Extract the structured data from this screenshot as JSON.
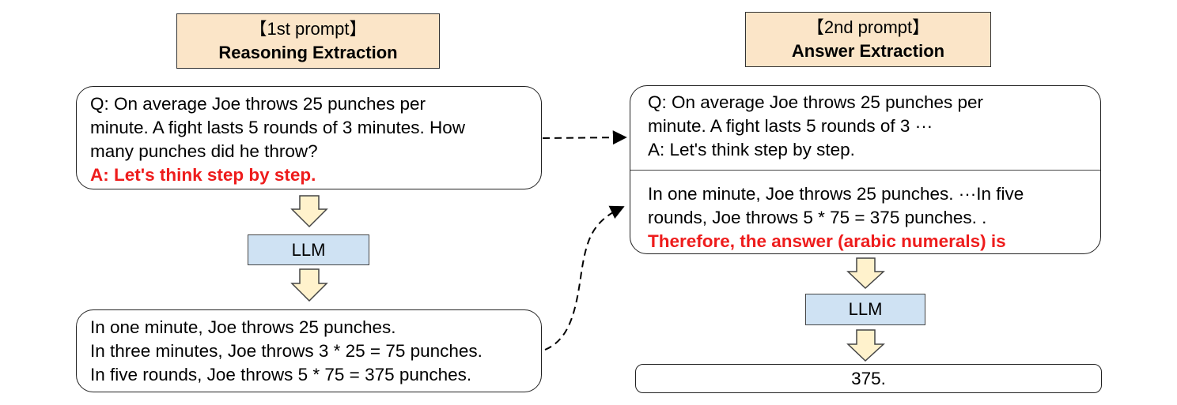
{
  "left": {
    "header": {
      "line1": "【1st prompt】",
      "line2": "Reasoning Extraction"
    },
    "question": {
      "lines": [
        "Q: On average Joe throws 25 punches per",
        "minute.  A fight lasts 5 rounds of 3 minutes.  How",
        "many punches did he throw?"
      ],
      "trigger": "A: Let's think step by step."
    },
    "llm_label": "LLM",
    "reasoning": {
      "lines": [
        "In one minute, Joe throws 25 punches.",
        "In three minutes, Joe throws 3 * 25 = 75 punches.",
        "In five rounds, Joe throws 5 * 75 = 375 punches."
      ]
    }
  },
  "right": {
    "header": {
      "line1": "【2nd prompt】",
      "line2": "Answer Extraction"
    },
    "prompt_top": {
      "lines": [
        "Q: On average Joe throws 25 punches per",
        "minute.  A fight lasts 5 rounds of 3 ···",
        "A: Let's think step by step."
      ]
    },
    "prompt_bottom": {
      "lines": [
        "In one minute, Joe throws 25 punches. ···In five",
        "rounds, Joe throws 5 * 75 = 375 punches. ."
      ],
      "trigger": "Therefore, the answer (arabic numerals) is"
    },
    "llm_label": "LLM",
    "answer": "375."
  },
  "colors": {
    "header_fill": "#fbe5c8",
    "llm_fill": "#cfe2f3",
    "arrow_fill": "#fff2cc",
    "trigger_red": "#ee1c1c"
  }
}
